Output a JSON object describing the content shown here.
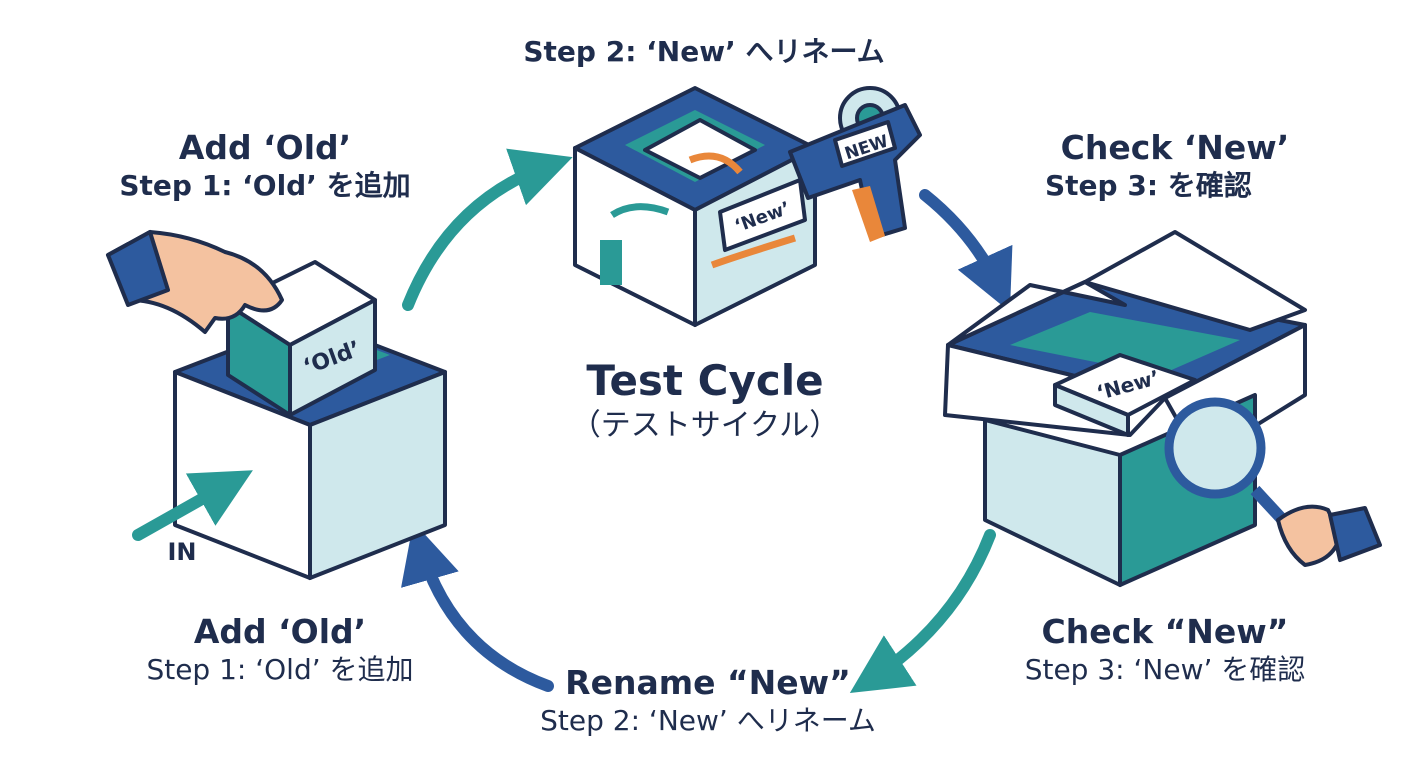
{
  "top_step": "Step 2: ‘New’ へリネーム",
  "left_top": {
    "heading": "Add ‘Old’",
    "sub": "Step 1: ‘Old’ を追加"
  },
  "right_top": {
    "heading": "Check ‘New’",
    "sub": "Step 3: を確認"
  },
  "center": {
    "title": "Test Cycle",
    "subtitle": "（テストサイクル）"
  },
  "left_bottom": {
    "heading": "Add ‘Old’",
    "sub": "Step 1: ‘Old’ を追加"
  },
  "bottom": {
    "heading": "Rename “New”",
    "sub": "Step 2: ‘New’ へリネーム"
  },
  "right_bottom": {
    "heading": "Check “New”",
    "sub": "Step 3: ‘New’ を確認"
  },
  "box_labels": {
    "old": "‘Old’",
    "new_inner": "‘New’",
    "new_tag": "NEW",
    "new_result": "‘New’"
  },
  "in_label": "IN",
  "colors": {
    "navy": "#1f2d4d",
    "blue": "#2d5a9e",
    "teal": "#2a9a96",
    "light_teal": "#cfe8ec",
    "orange": "#e9873a",
    "skin": "#f4c2a0"
  }
}
